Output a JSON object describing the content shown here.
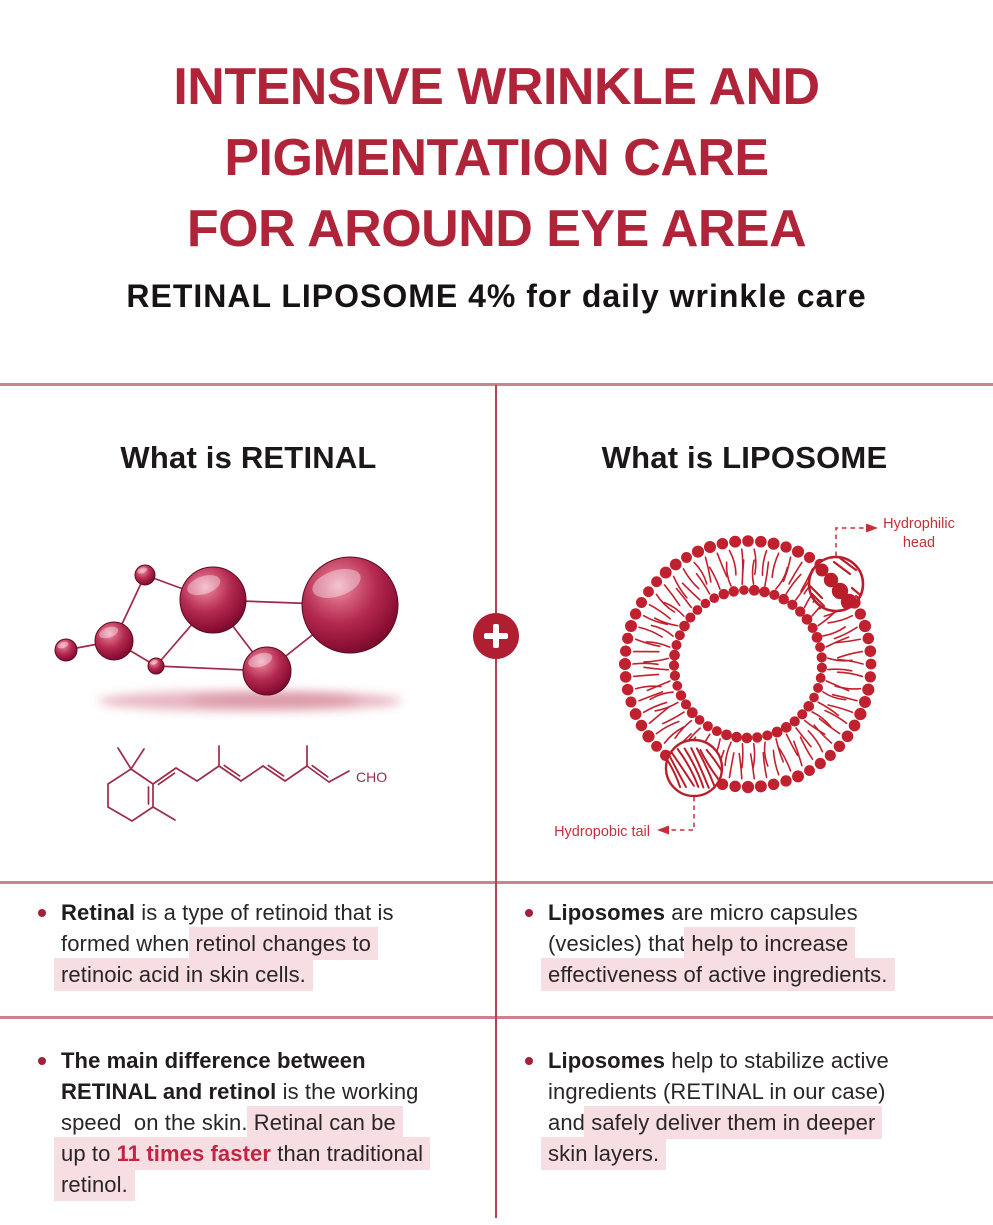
{
  "header": {
    "title_lines": [
      "INTENSIVE WRINKLE AND",
      "PIGMENTATION CARE",
      "FOR AROUND EYE AREA"
    ],
    "subtitle": "RETINAL LIPOSOME 4% for daily wrinkle care"
  },
  "columns": {
    "left": {
      "heading": "What is RETINAL",
      "cho_label": "CHO"
    },
    "right": {
      "heading": "What is LIPOSOME",
      "labels": {
        "head": "Hydrophilic head",
        "tail": "Hydropobic tail"
      }
    }
  },
  "plus_icon": "+",
  "colors": {
    "title_red": "#B0243A",
    "liposome_red": "#C1202E",
    "label_red": "#C42F3B",
    "highlight_pink": "#F6DEE3",
    "text_dark": "#2A2526",
    "emphasis_red": "#C22441"
  },
  "bullets": {
    "left": [
      {
        "lines": [
          [
            {
              "t": "Retinal",
              "b": true
            },
            {
              "t": " is a type of retinoid that is"
            }
          ],
          [
            {
              "t": "formed when "
            },
            {
              "t": "retinol changes to",
              "h": true
            }
          ],
          [
            {
              "t": "retinoic acid in skin cells.",
              "h": true
            }
          ]
        ]
      },
      {
        "lines": [
          [
            {
              "t": "The main difference between",
              "b": true
            }
          ],
          [
            {
              "t": "RETINAL and retinol",
              "b": true
            },
            {
              "t": " is the working"
            }
          ],
          [
            {
              "t": "speed  on the skin. "
            },
            {
              "t": "Retinal can be",
              "h": true
            }
          ],
          [
            {
              "t": "up to ",
              "h": true
            },
            {
              "t": "11 times faster",
              "h": true,
              "b": true,
              "r": true
            },
            {
              "t": " than traditional",
              "h": true
            }
          ],
          [
            {
              "t": "retinol.",
              "h": true
            }
          ]
        ]
      }
    ],
    "right": [
      {
        "lines": [
          [
            {
              "t": "Liposomes",
              "b": true
            },
            {
              "t": " are micro capsules"
            }
          ],
          [
            {
              "t": "(vesicles) that "
            },
            {
              "t": "help to increase",
              "h": true
            }
          ],
          [
            {
              "t": "effectiveness of active ingredients.",
              "h": true
            }
          ]
        ]
      },
      {
        "lines": [
          [
            {
              "t": "Liposomes",
              "b": true
            },
            {
              "t": " help to stabilize active"
            }
          ],
          [
            {
              "t": "ingredients (RETINAL in our case)"
            }
          ],
          [
            {
              "t": "and "
            },
            {
              "t": "safely deliver them in deeper",
              "h": true
            }
          ],
          [
            {
              "t": "skin layers.",
              "h": true
            }
          ]
        ]
      }
    ]
  }
}
